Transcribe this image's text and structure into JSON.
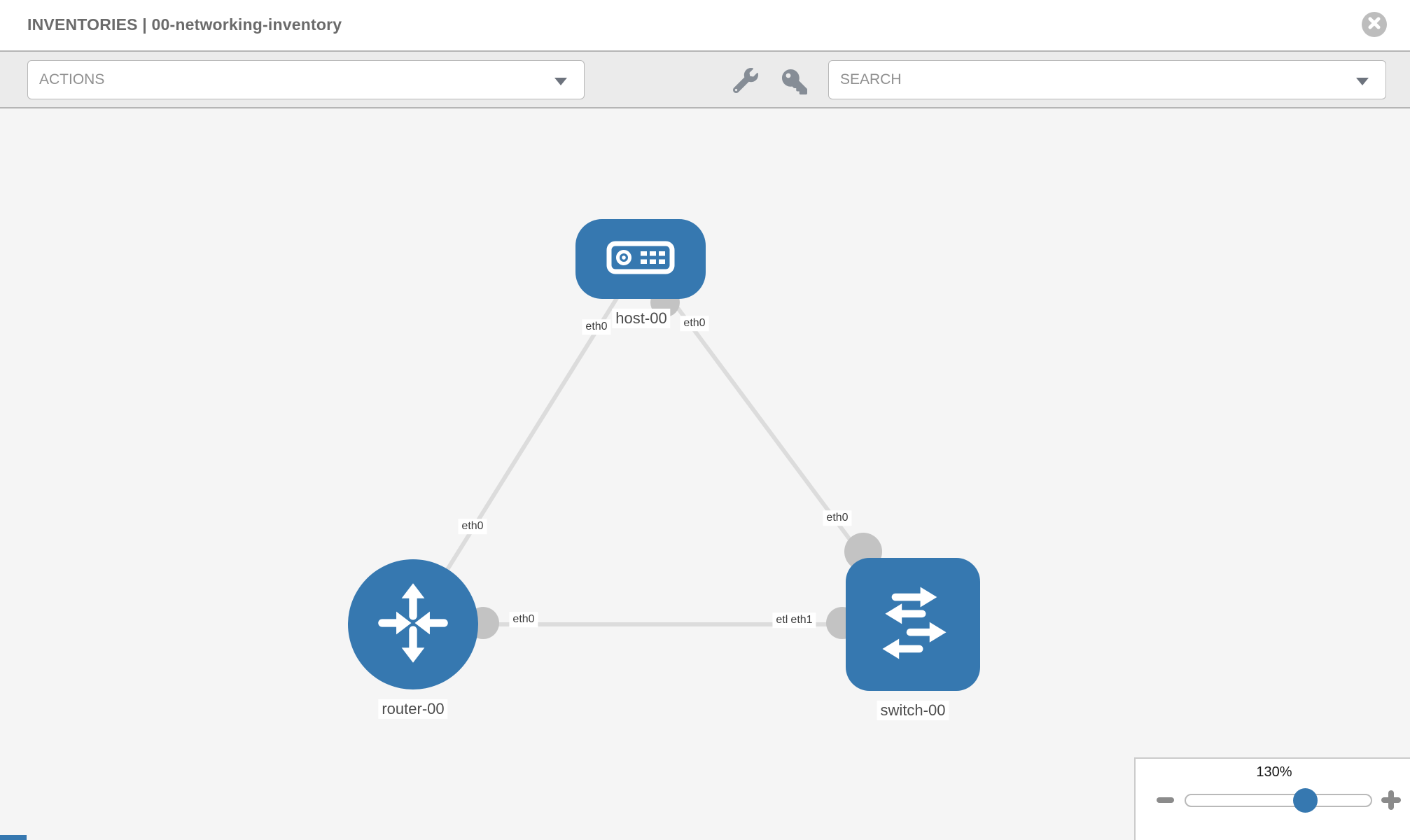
{
  "header": {
    "title": "INVENTORIES | 00-networking-inventory"
  },
  "toolbar": {
    "actions_label": "ACTIONS",
    "search_placeholder": "SEARCH"
  },
  "topology": {
    "nodes": [
      {
        "id": "host-00",
        "label": "host-00",
        "type": "host"
      },
      {
        "id": "router-00",
        "label": "router-00",
        "type": "router"
      },
      {
        "id": "switch-00",
        "label": "switch-00",
        "type": "switch"
      }
    ],
    "links": [
      {
        "source": "host-00",
        "source_if": "eth0",
        "target": "router-00",
        "target_if": "eth0"
      },
      {
        "source": "host-00",
        "source_if": "eth0",
        "target": "switch-00",
        "target_if": "eth0"
      },
      {
        "source": "router-00",
        "source_if": "eth0",
        "target": "switch-00",
        "target_if": "eth1",
        "target_if_overlapped": "eth0"
      }
    ]
  },
  "zoom_control": {
    "level": "130%"
  },
  "colors": {
    "node_blue": "#3678b0",
    "link_gray": "#dcdcdc",
    "endpoint_gray": "#c3c3c3",
    "icon_gray": "#868d96"
  }
}
